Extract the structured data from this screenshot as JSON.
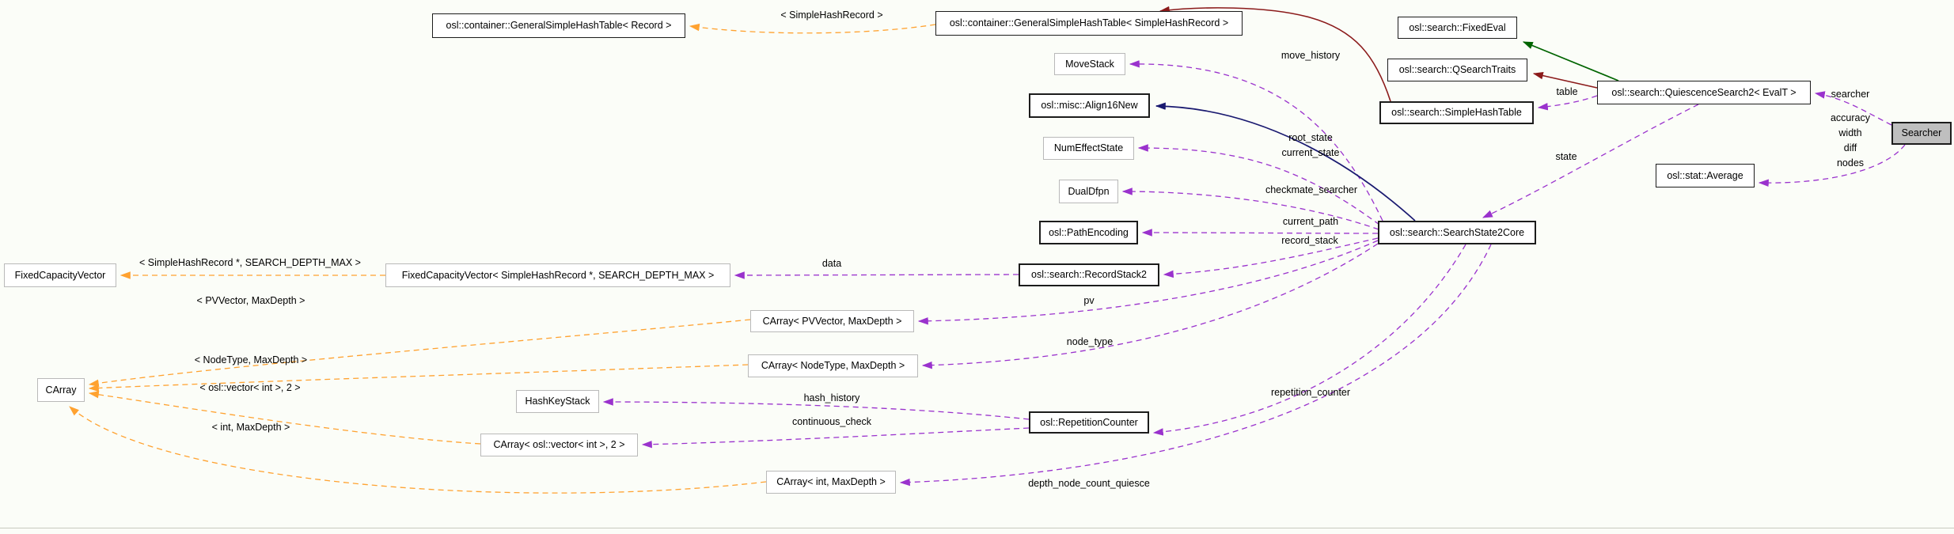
{
  "diagram": {
    "kind": "collaboration-graph",
    "colors": {
      "background": "#fbfdf8",
      "node_fill": "#ffffff",
      "node_border_linked": "#1c1c1c",
      "node_border_plain": "#b9b9b9",
      "current_node_fill": "#bfbfbf",
      "template_edge": "#ffa230",
      "usage_edge": "#9a32cd",
      "public_inheritance_edge": "#191970",
      "protected_inheritance_edge": "#006400",
      "private_inheritance_edge": "#8b1a1a",
      "text": "#000000",
      "divider": "#c9cbc0"
    },
    "nodes": [
      {
        "id": "ght-record",
        "label": "osl::container::GeneralSimpleHashTable< Record >",
        "style": "linked",
        "interactable": true
      },
      {
        "id": "ght-shr",
        "label": "osl::container::GeneralSimpleHashTable< SimpleHashRecord >",
        "style": "linked",
        "interactable": true
      },
      {
        "id": "fixedeval",
        "label": "osl::search::FixedEval",
        "style": "linked",
        "interactable": true
      },
      {
        "id": "qsearchtraits",
        "label": "osl::search::QSearchTraits",
        "style": "linked",
        "interactable": true
      },
      {
        "id": "movestack",
        "label": "MoveStack",
        "style": "plain",
        "interactable": false
      },
      {
        "id": "align16new",
        "label": "osl::misc::Align16New",
        "style": "linked-bold",
        "interactable": true
      },
      {
        "id": "simplehashtable",
        "label": "osl::search::SimpleHashTable",
        "style": "linked-bold",
        "interactable": true
      },
      {
        "id": "quiescence",
        "label": "osl::search::QuiescenceSearch2< EvalT >",
        "style": "linked",
        "interactable": true
      },
      {
        "id": "searcher",
        "label": "Searcher",
        "style": "current",
        "interactable": false
      },
      {
        "id": "numeffectstate",
        "label": "NumEffectState",
        "style": "plain",
        "interactable": false
      },
      {
        "id": "dualdfpn",
        "label": "DualDfpn",
        "style": "plain",
        "interactable": false
      },
      {
        "id": "pathencoding",
        "label": "osl::PathEncoding",
        "style": "linked-bold",
        "interactable": true
      },
      {
        "id": "searchstate2core",
        "label": "osl::search::SearchState2Core",
        "style": "linked-bold",
        "interactable": true
      },
      {
        "id": "average",
        "label": "osl::stat::Average",
        "style": "linked",
        "interactable": true
      },
      {
        "id": "fcv",
        "label": "FixedCapacityVector",
        "style": "plain",
        "interactable": false
      },
      {
        "id": "fcv-shr",
        "label": "FixedCapacityVector< SimpleHashRecord *, SEARCH_DEPTH_MAX >",
        "style": "plain",
        "interactable": false
      },
      {
        "id": "recordstack2",
        "label": "osl::search::RecordStack2",
        "style": "linked-bold",
        "interactable": true
      },
      {
        "id": "carray-pv",
        "label": "CArray< PVVector, MaxDepth >",
        "style": "plain",
        "interactable": false
      },
      {
        "id": "carray-nodetype",
        "label": "CArray< NodeType, MaxDepth >",
        "style": "plain",
        "interactable": false
      },
      {
        "id": "carray",
        "label": "CArray",
        "style": "plain",
        "interactable": false
      },
      {
        "id": "hashkeystack",
        "label": "HashKeyStack",
        "style": "plain",
        "interactable": false
      },
      {
        "id": "carray-vector",
        "label": "CArray< osl::vector< int >, 2 >",
        "style": "plain",
        "interactable": false
      },
      {
        "id": "repetitioncounter",
        "label": "osl::RepetitionCounter",
        "style": "linked-bold",
        "interactable": true
      },
      {
        "id": "carray-int",
        "label": "CArray< int, MaxDepth >",
        "style": "plain",
        "interactable": false
      }
    ],
    "edges": [
      {
        "id": "template-ght",
        "from": "ght-shr",
        "to": "ght-record",
        "type": "template",
        "label": "< SimpleHashRecord >"
      },
      {
        "id": "template-fcv",
        "from": "fcv-shr",
        "to": "fcv",
        "type": "template",
        "label": "< SimpleHashRecord *, SEARCH_DEPTH_MAX >"
      },
      {
        "id": "template-carray-pv",
        "from": "carray-pv",
        "to": "carray",
        "type": "template",
        "label": "< PVVector, MaxDepth >"
      },
      {
        "id": "template-carray-nodetype",
        "from": "carray-nodetype",
        "to": "carray",
        "type": "template",
        "label": "< NodeType, MaxDepth >"
      },
      {
        "id": "template-carray-vector",
        "from": "carray-vector",
        "to": "carray",
        "type": "template",
        "label": "< osl::vector< int >, 2 >"
      },
      {
        "id": "template-carray-int",
        "from": "carray-int",
        "to": "carray",
        "type": "template",
        "label": "< int, MaxDepth >"
      },
      {
        "id": "use-move-history",
        "from": "searchstate2core",
        "to": "movestack",
        "type": "usage",
        "label": "move_history"
      },
      {
        "id": "use-states",
        "from": "searchstate2core",
        "to": "numeffectstate",
        "type": "usage",
        "label": "root_state\ncurrent_state"
      },
      {
        "id": "use-checkmate",
        "from": "searchstate2core",
        "to": "dualdfpn",
        "type": "usage",
        "label": "checkmate_searcher"
      },
      {
        "id": "use-current-path",
        "from": "searchstate2core",
        "to": "pathencoding",
        "type": "usage",
        "label": "current_path"
      },
      {
        "id": "use-record-stack",
        "from": "searchstate2core",
        "to": "recordstack2",
        "type": "usage",
        "label": "record_stack"
      },
      {
        "id": "use-data",
        "from": "recordstack2",
        "to": "fcv-shr",
        "type": "usage",
        "label": "data"
      },
      {
        "id": "use-pv",
        "from": "searchstate2core",
        "to": "carray-pv",
        "type": "usage",
        "label": "pv"
      },
      {
        "id": "use-node-type",
        "from": "searchstate2core",
        "to": "carray-nodetype",
        "type": "usage",
        "label": "node_type"
      },
      {
        "id": "use-repetition",
        "from": "searchstate2core",
        "to": "repetitioncounter",
        "type": "usage",
        "label": "repetition_counter"
      },
      {
        "id": "use-hash-history",
        "from": "repetitioncounter",
        "to": "hashkeystack",
        "type": "usage",
        "label": "hash_history"
      },
      {
        "id": "use-continuous-check",
        "from": "repetitioncounter",
        "to": "carray-vector",
        "type": "usage",
        "label": "continuous_check"
      },
      {
        "id": "use-depth",
        "from": "searchstate2core",
        "to": "carray-int",
        "type": "usage",
        "label": "depth_node_count_quiesce"
      },
      {
        "id": "use-table",
        "from": "quiescence",
        "to": "simplehashtable",
        "type": "usage",
        "label": "table"
      },
      {
        "id": "use-state",
        "from": "quiescence",
        "to": "searchstate2core",
        "type": "usage",
        "label": "state"
      },
      {
        "id": "use-searcher",
        "from": "searcher",
        "to": "quiescence",
        "type": "usage",
        "label": "searcher"
      },
      {
        "id": "use-average",
        "from": "searcher",
        "to": "average",
        "type": "usage",
        "label": "accuracy\nwidth\ndiff\nnodes"
      },
      {
        "id": "inherit-fixedeval",
        "from": "quiescence",
        "to": "fixedeval",
        "type": "protected_inheritance",
        "label": ""
      },
      {
        "id": "inherit-qsearchtraits",
        "from": "quiescence",
        "to": "qsearchtraits",
        "type": "private_inheritance",
        "label": ""
      },
      {
        "id": "inherit-ghtshr",
        "from": "simplehashtable",
        "to": "ght-shr",
        "type": "private_inheritance",
        "label": ""
      },
      {
        "id": "inherit-align16new",
        "from": "searchstate2core",
        "to": "align16new",
        "type": "public_inheritance",
        "label": ""
      }
    ]
  }
}
